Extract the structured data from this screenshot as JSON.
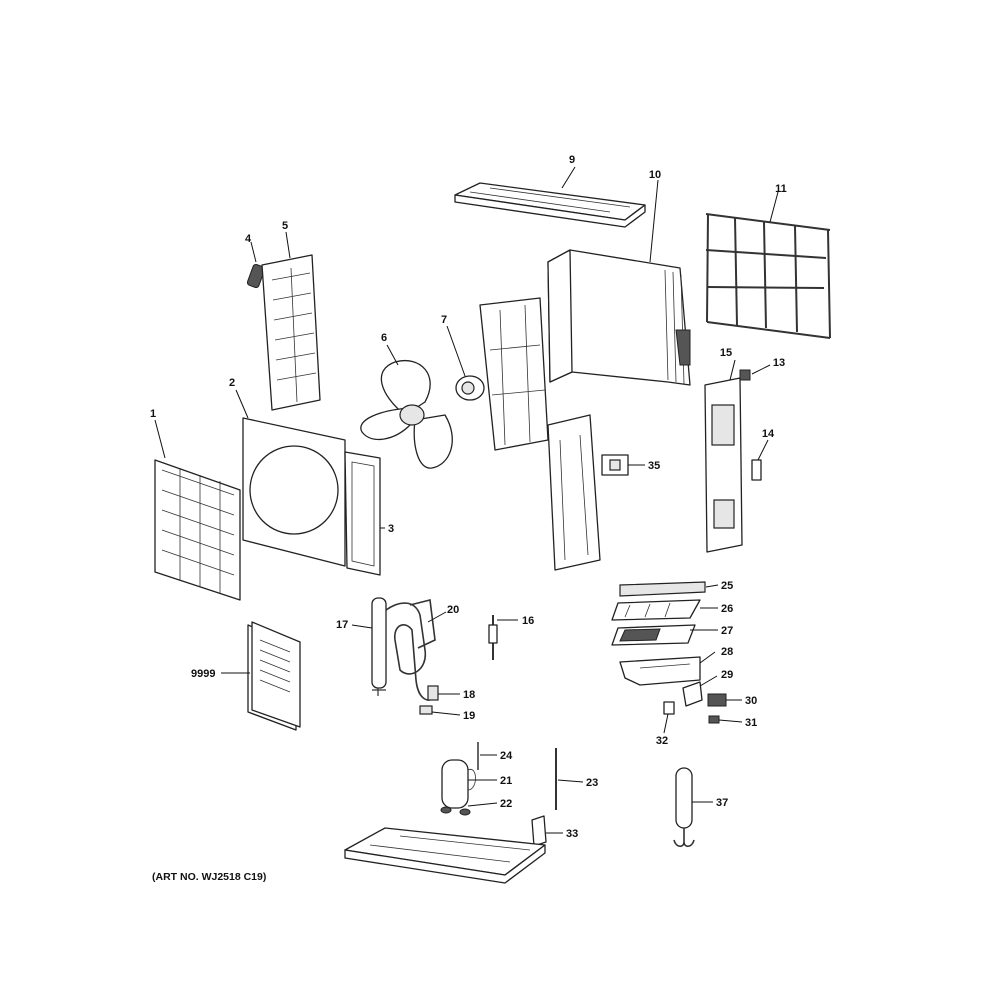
{
  "diagram": {
    "art_number": "(ART NO. WJ2518 C19)",
    "callouts": {
      "p1": "1",
      "p2": "2",
      "p3": "3",
      "p4": "4",
      "p5": "5",
      "p6": "6",
      "p7": "7",
      "p9": "9",
      "p10": "10",
      "p11": "11",
      "p13": "13",
      "p14": "14",
      "p15": "15",
      "p16": "16",
      "p17": "17",
      "p18": "18",
      "p19": "19",
      "p20": "20",
      "p21": "21",
      "p22": "22",
      "p23": "23",
      "p24": "24",
      "p25": "25",
      "p26": "26",
      "p27": "27",
      "p28": "28",
      "p29": "29",
      "p30": "30",
      "p31": "31",
      "p32": "32",
      "p33": "33",
      "p35": "35",
      "p37": "37",
      "p9999": "9999"
    }
  }
}
